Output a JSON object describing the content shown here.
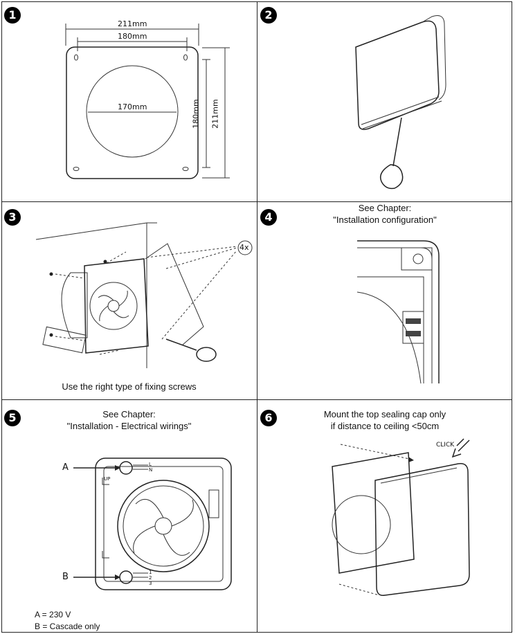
{
  "steps": [
    {
      "number": "1",
      "dims": {
        "outer": "211mm",
        "inner": "180mm",
        "hole": "170mm",
        "v_inner": "180mm",
        "v_outer": "211mm"
      }
    },
    {
      "number": "2"
    },
    {
      "number": "3",
      "count": "4x",
      "caption": "Use the right type of fixing screws"
    },
    {
      "number": "4",
      "caption_line1": "See Chapter:",
      "caption_line2": "\"Installation configuration\""
    },
    {
      "number": "5",
      "caption_line1": "See Chapter:",
      "caption_line2": "\"Installation - Electrical wirings\"",
      "label_a": "A",
      "label_b": "B",
      "terminal_top": [
        "L",
        "N"
      ],
      "terminal_bottom": [
        "1",
        "2",
        "3"
      ],
      "legend_a": "A = 230 V",
      "legend_b": "B = Cascade only",
      "up_label": "UP"
    },
    {
      "number": "6",
      "caption_line1": "Mount the top sealing cap only",
      "caption_line2": "if distance to ceiling <50cm",
      "click": "CLICK"
    }
  ]
}
